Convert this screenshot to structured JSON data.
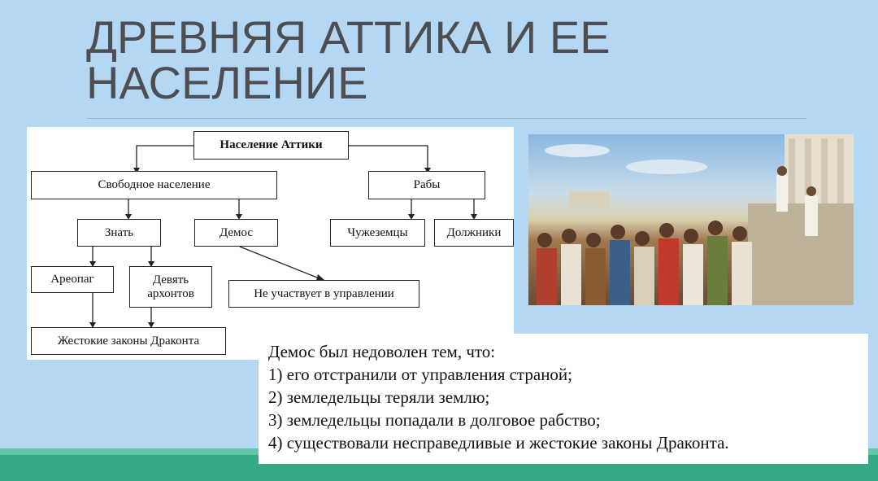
{
  "title": {
    "line1": "ДРЕВНЯЯ АТТИКА И ЕЕ",
    "line2": "НАСЕЛЕНИЕ"
  },
  "diagram": {
    "root": "Население Аттики",
    "free": "Свободное население",
    "slaves": "Рабы",
    "nobility": "Знать",
    "demos": "Демос",
    "foreigners": "Чужеземцы",
    "debtors": "Должники",
    "areopagus": "Ареопаг",
    "archons": "Девять архонтов",
    "no_part": "Не участвует в управлении",
    "laws": "Жестокие законы Драконта"
  },
  "note": {
    "heading": "Демос был недоволен тем, что:",
    "items": [
      "1) его отстранили от управления страной;",
      "2) земледельцы теряли землю;",
      "3) земледельцы попадали в долговое рабство;",
      "4) существовали несправедливые и жестокие законы Драконта."
    ]
  }
}
